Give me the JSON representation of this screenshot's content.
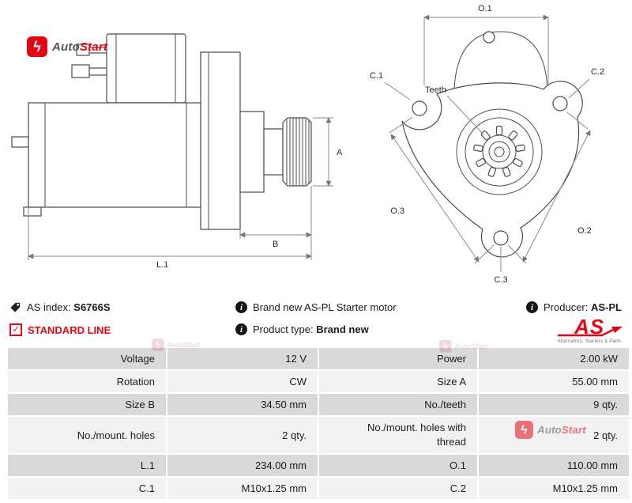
{
  "logo": {
    "auto": "Auto",
    "start": "Start",
    "bolt_glyph": "ϟ"
  },
  "drawing": {
    "a": "A",
    "b": "B",
    "l1": "L.1",
    "o1": "O.1",
    "o2": "O.2",
    "o3": "O.3",
    "c1": "C.1",
    "c2": "C.2",
    "c3": "C.3",
    "teeth": "Teeth"
  },
  "info": {
    "as_index_label": "AS index:",
    "as_index_value": "S6766S",
    "description": "Brand new AS-PL Starter motor",
    "producer_label": "Producer:",
    "producer_value": "AS-PL",
    "standard_line": "STANDARD LINE",
    "product_type_label": "Product type:",
    "product_type_value": "Brand new",
    "info_glyph": "i",
    "check_glyph": "✓"
  },
  "aspl_logo": {
    "text": "AS",
    "subtext": "Alternators, Starters & Parts"
  },
  "table": {
    "rows": [
      {
        "l1": "Voltage",
        "v1": "12 V",
        "l2": "Power",
        "v2": "2.00 kW"
      },
      {
        "l1": "Rotation",
        "v1": "CW",
        "l2": "Size A",
        "v2": "55.00 mm"
      },
      {
        "l1": "Size B",
        "v1": "34.50 mm",
        "l2": "No./teeth",
        "v2": "9 qty."
      },
      {
        "l1": "No./mount. holes",
        "v1": "2 qty.",
        "l2": "No./mount. holes with thread",
        "v2": "2 qty."
      },
      {
        "l1": "L.1",
        "v1": "234.00 mm",
        "l2": "O.1",
        "v2": "110.00 mm"
      },
      {
        "l1": "C.1",
        "v1": "M10x1.25 mm",
        "l2": "C.2",
        "v2": "M10x1.25 mm"
      }
    ]
  }
}
